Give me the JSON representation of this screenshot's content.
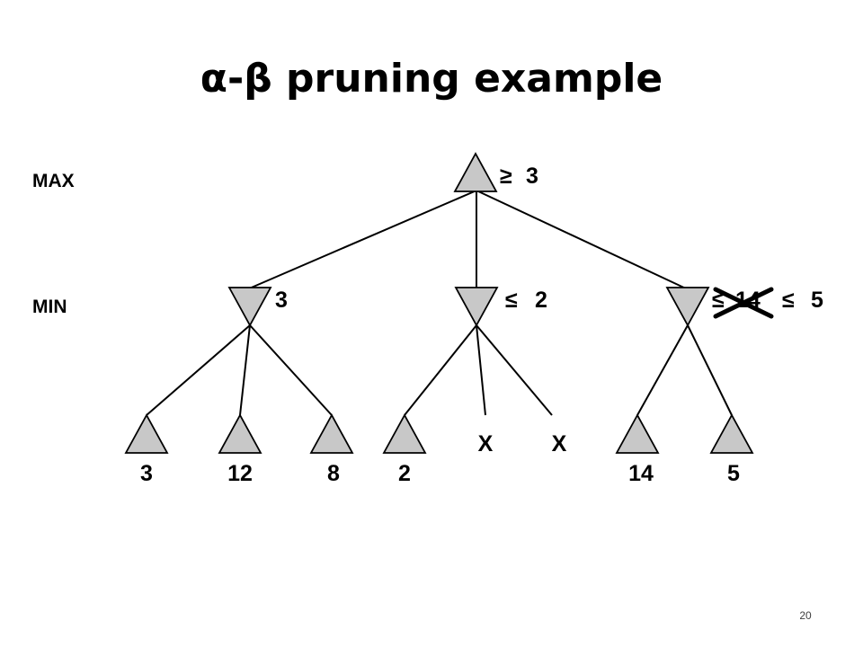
{
  "slide": {
    "title": "α-β pruning example",
    "page_number": "20"
  },
  "colors": {
    "node_fill": "#c8c8c8",
    "stroke": "#000000",
    "text": "#000000"
  },
  "tree": {
    "levels": {
      "max": "MAX",
      "min": "MIN"
    },
    "root": {
      "label": "3",
      "relation": "≥"
    },
    "min_nodes": [
      {
        "label": "3",
        "relation": ""
      },
      {
        "label": "2",
        "relation": "≤"
      },
      {
        "crossed_label": "14",
        "crossed_relation": "≤",
        "label": "5",
        "relation": "≤"
      }
    ],
    "leaves": [
      {
        "label": "3"
      },
      {
        "label": "12"
      },
      {
        "label": "8"
      },
      {
        "label": "2"
      },
      {
        "label": "X",
        "pruned": true
      },
      {
        "label": "X",
        "pruned": true
      },
      {
        "label": "14"
      },
      {
        "label": "5"
      }
    ]
  }
}
